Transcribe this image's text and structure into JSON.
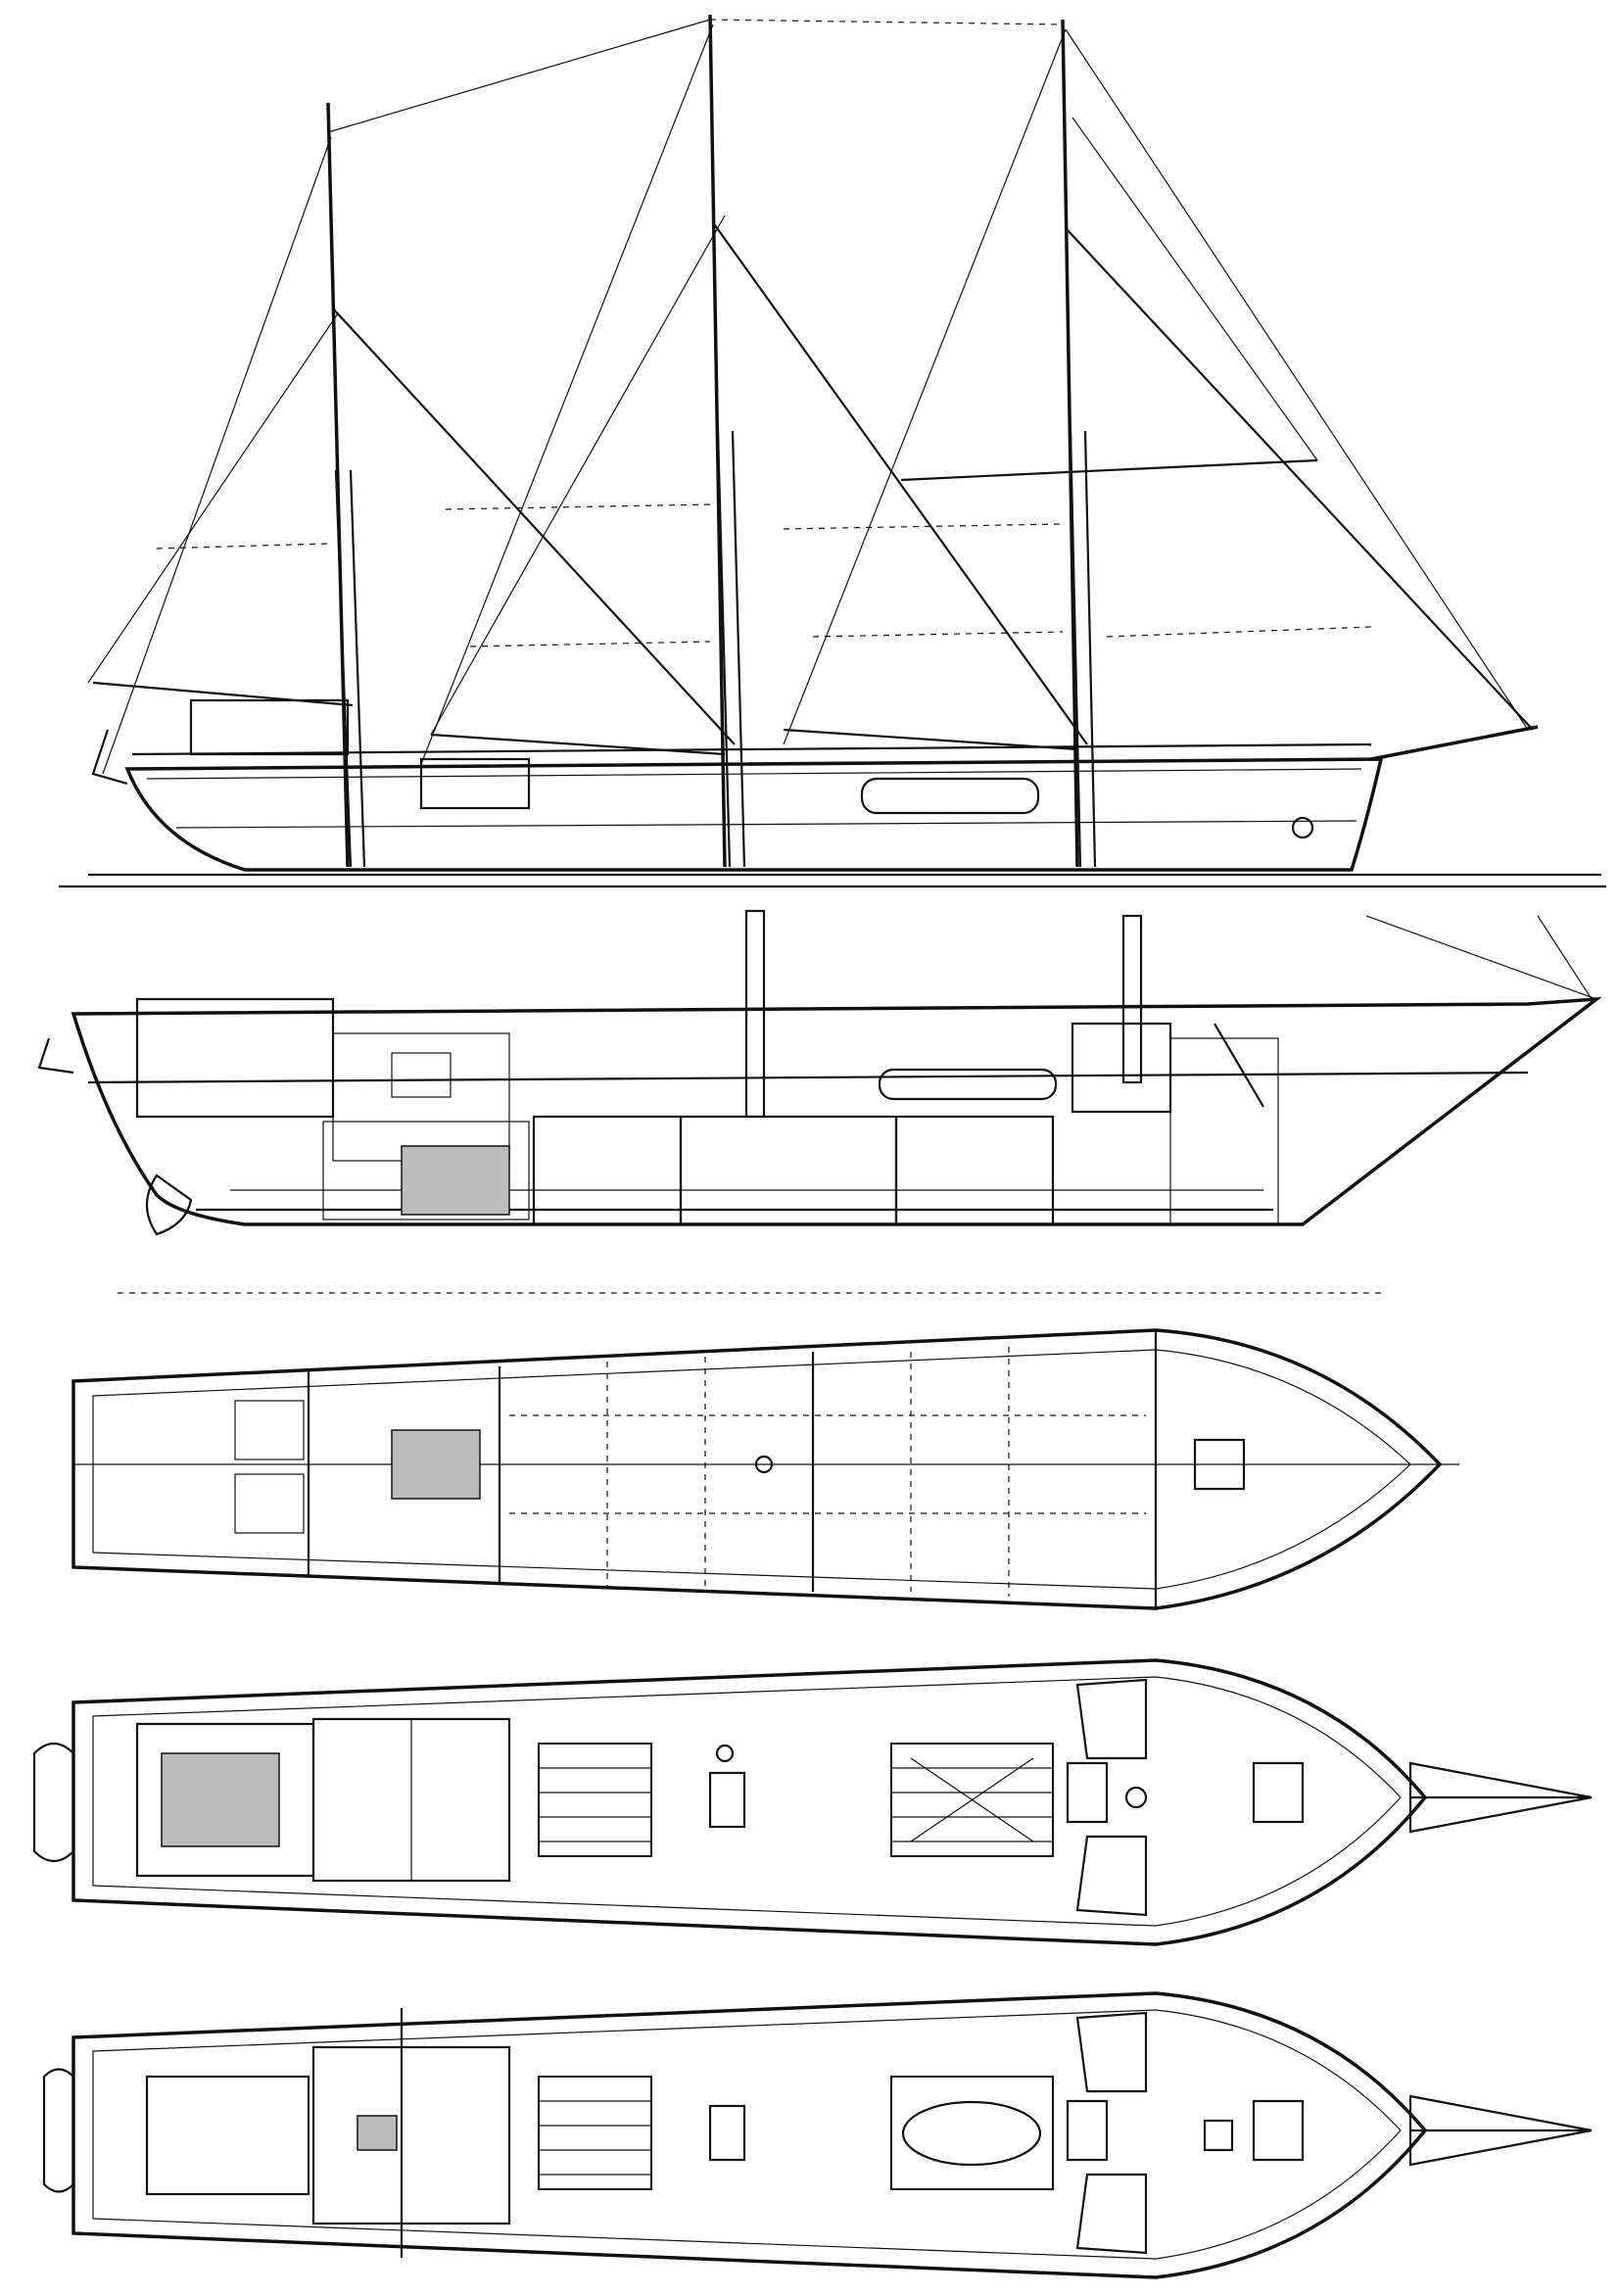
{
  "drawing": {
    "views": [
      {
        "id": "sail-plan",
        "masts": 3
      },
      {
        "id": "inboard-profile"
      },
      {
        "id": "hold-plan"
      },
      {
        "id": "main-deck-plan"
      },
      {
        "id": "upper-deck-plan"
      }
    ],
    "colors": {
      "ink": "#111111",
      "paper": "#ffffff"
    }
  }
}
